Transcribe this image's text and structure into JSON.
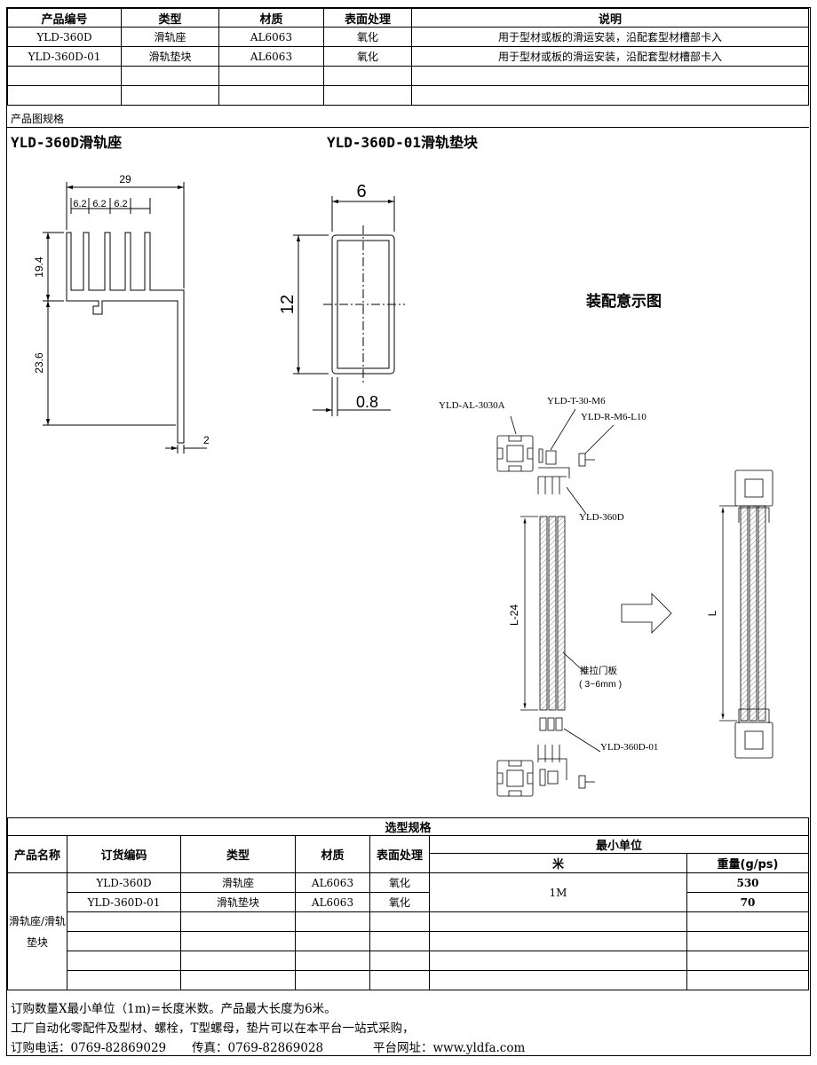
{
  "top_table": {
    "headers": [
      "产品编号",
      "类型",
      "材质",
      "表面处理",
      "说明"
    ],
    "rows": [
      [
        "YLD-360D",
        "滑轨座",
        "AL6063",
        "氧化",
        "用于型材或板的滑运安装，沿配套型材槽部卡入"
      ],
      [
        "YLD-360D-01",
        "滑轨垫块",
        "AL6063",
        "氧化",
        "用于型材或板的滑运安装，沿配套型材槽部卡入"
      ],
      [
        "",
        "",
        "",
        "",
        ""
      ],
      [
        "",
        "",
        "",
        "",
        ""
      ]
    ]
  },
  "spec_label": "产品图规格",
  "product_titles": {
    "left": "YLD-360D滑轨座",
    "right": "YLD-360D-01滑轨垫块"
  },
  "assembly_title": "装配意示图",
  "drawing1": {
    "w": "29",
    "pitch": [
      "6.2",
      "6.2",
      "6.2"
    ],
    "h_upper": "19.4",
    "h_lower": "23.6",
    "thick": "2"
  },
  "drawing2": {
    "w": "6",
    "h": "12",
    "wall": "0.8"
  },
  "assembly": {
    "profile": "YLD-AL-3030A",
    "tnut": "YLD-T-30-M6",
    "screw": "YLD-R-M6-L10",
    "rail": "YLD-360D",
    "pad": "YLD-360D-01",
    "length_left": "L-24",
    "length_right": "L",
    "door_label": "推拉门板",
    "door_range": "( 3~6mm )"
  },
  "selection": {
    "title": "选型规格",
    "headers": {
      "name": "产品名称",
      "code": "订货编码",
      "type": "类型",
      "material": "材质",
      "surface": "表面处理",
      "min_unit": "最小单位",
      "meter": "米",
      "weight": "重量(g/ps)"
    },
    "product_name": "滑轨座/滑轨垫块",
    "rows": [
      {
        "code": "YLD-360D",
        "type": "滑轨座",
        "material": "AL6063",
        "surface": "氧化",
        "weight": "530"
      },
      {
        "code": "YLD-360D-01",
        "type": "滑轨垫块",
        "material": "AL6063",
        "surface": "氧化",
        "weight": "70"
      }
    ],
    "unit_value": "1M"
  },
  "footer": {
    "line1": "订购数量X最小单位（1m)=长度米数。产品最大长度为6米。",
    "line2": "工厂自动化零配件及型材、螺栓，T型螺母，垫片可以在本平台一站式采购，",
    "phone": "订购电话：0769-82869029",
    "fax": "传真：0769-82869028",
    "site": "平台网址：www.yldfa.com"
  }
}
